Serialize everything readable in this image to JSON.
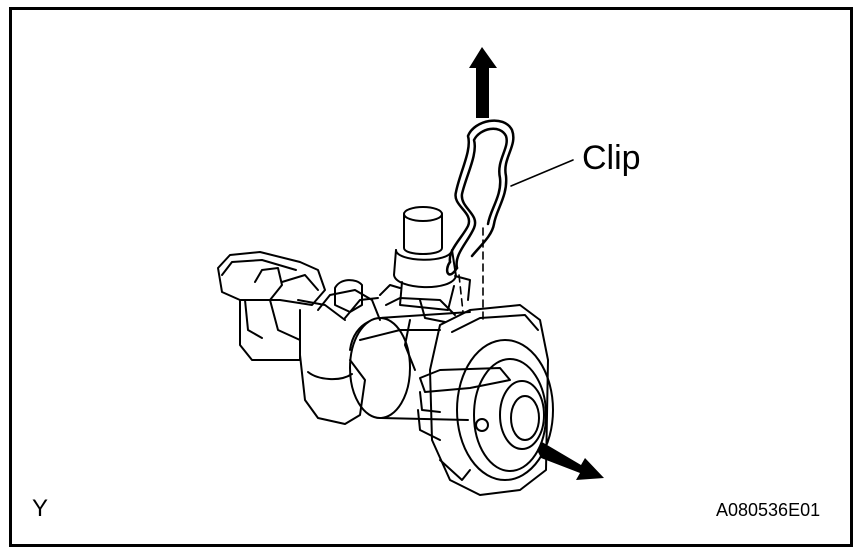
{
  "figure": {
    "callout_label": "Clip",
    "corner_mark": "Y",
    "figure_code": "A080536E01"
  },
  "colors": {
    "line": "#000000",
    "background": "#ffffff"
  },
  "icons": [
    "arrow-up-icon",
    "arrow-right-down-icon"
  ]
}
